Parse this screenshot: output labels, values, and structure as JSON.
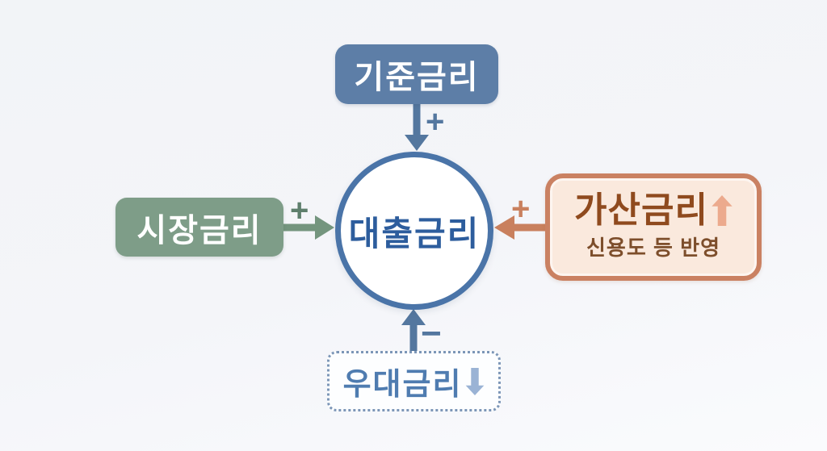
{
  "diagram": {
    "center": {
      "label": "대출금리"
    },
    "top": {
      "label": "기준금리",
      "sign": "+"
    },
    "left": {
      "label": "시장금리",
      "sign": "+"
    },
    "right": {
      "label": "가산금리",
      "trend_icon": "up-arrow",
      "subtext": "신용도 등 반영",
      "sign": "+"
    },
    "bottom": {
      "label": "우대금리",
      "trend_icon": "down-arrow",
      "sign": "−"
    },
    "colors": {
      "background": "#f3f5f8",
      "top_box": "#5d7ea7",
      "left_box": "#7e9d88",
      "circle_border": "#4a74a8",
      "circle_text": "#2d5d9d",
      "right_border": "#ca8162",
      "right_bg": "#fae9dd",
      "right_text": "#8f4a1e",
      "right_subtext": "#7d4e2b",
      "right_trend": "#ecaa8d",
      "bottom_text": "#4f7cb0",
      "bottom_trend": "#9ab3d5",
      "blue_arrow": "#54779f",
      "green_arrow": "#74957e",
      "orange_arrow": "#c9805e"
    }
  }
}
